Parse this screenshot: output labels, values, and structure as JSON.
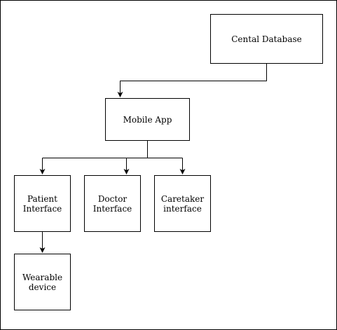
{
  "nodes": {
    "central_database": {
      "label": "Cental Database"
    },
    "mobile_app": {
      "label": "Mobile App"
    },
    "patient_interface": {
      "label": "Patient\nInterface"
    },
    "doctor_interface": {
      "label": "Doctor\nInterface"
    },
    "caretaker_interface": {
      "label": "Caretaker\ninterface"
    },
    "wearable_device": {
      "label": "Wearable\ndevice"
    }
  },
  "edges": [
    {
      "from": "central_database",
      "to": "mobile_app"
    },
    {
      "from": "mobile_app",
      "to": "patient_interface"
    },
    {
      "from": "mobile_app",
      "to": "doctor_interface"
    },
    {
      "from": "mobile_app",
      "to": "caretaker_interface"
    },
    {
      "from": "patient_interface",
      "to": "wearable_device"
    }
  ],
  "colors": {
    "stroke": "#000000",
    "fill": "#ffffff",
    "text": "#000000"
  }
}
